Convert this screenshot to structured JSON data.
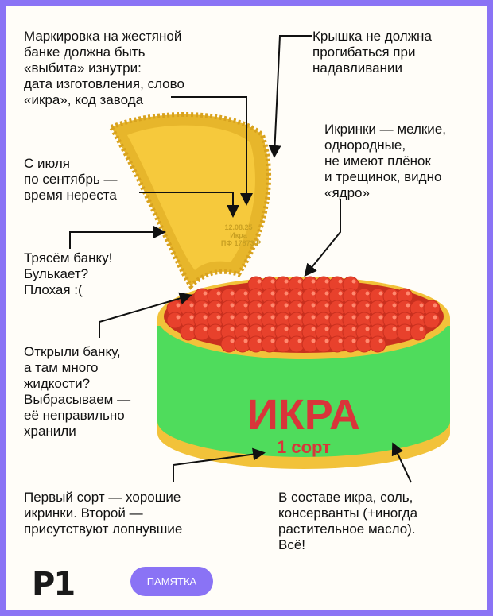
{
  "notes": {
    "marking": "Маркировка на жестяной\nбанке должна быть\n«выбита» изнутри:\nдата изготовления, слово\n«икра», код завода",
    "lid": "Крышка не должна\nпрогибаться при\nнадавливании",
    "eggs": "Икринки — мелкие,\nоднородные,\nне имеют плёнок\nи трещинок, видно\n«ядро»",
    "season": "С июля\nпо сентябрь —\nвремя нереста",
    "shake": "Трясём банку!\nБулькает?\nПлохая :(",
    "liquid": "Открыли банку,\nа там много\nжидкости?\nВыбрасываем —\nеё неправильно\nхранили",
    "grade": "Первый сорт — хорошие\nикринки. Второй —\nприсутствуют лопнувшие",
    "ingredients": "В составе икра, соль,\nконсерванты (+иногда\nрастительное масло).\nВсё!"
  },
  "lid_stamp": [
    "12.08.25",
    "Икра",
    "ПФ 17873 Р"
  ],
  "can_label": {
    "title": "ИКРА",
    "grade": "1 сорт"
  },
  "logo": "P1",
  "tag": "ПАМЯТКА",
  "colors": {
    "frame": "#8a73f5",
    "green": "#4fdc5c",
    "gold": "#f2c23a",
    "red": "#e8412c",
    "label": "#d9353a"
  }
}
